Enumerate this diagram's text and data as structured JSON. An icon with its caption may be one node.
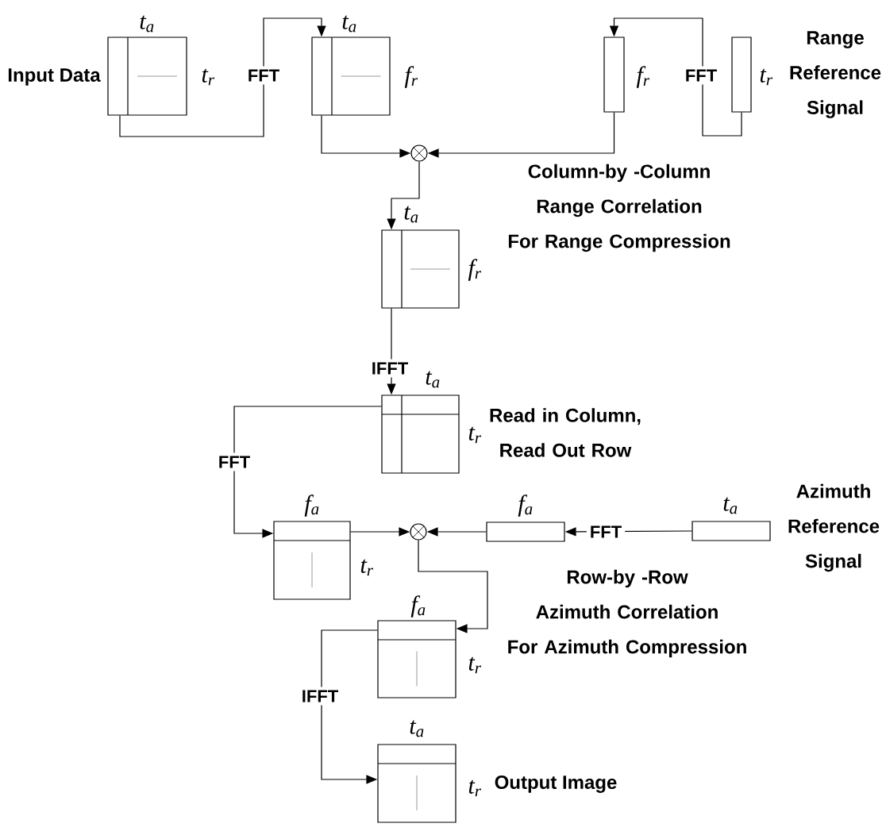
{
  "diagram": {
    "nodes": [
      {
        "text": [],
        "shape": "box",
        "beside": [
          "t$_{a}$",
          "t$_{r}$"
        ]
      },
      {
        "text": [],
        "shape": "box",
        "beside": [
          "t$_{a}$",
          "f$_{r}$"
        ]
      },
      {
        "text": [],
        "shape": "bar",
        "beside": [
          "f$_{r}$"
        ]
      },
      {
        "text": [],
        "shape": "bar",
        "beside": [
          "t$_{r}$"
        ]
      },
      {
        "text": [],
        "shape": "circle"
      },
      {
        "text": [],
        "shape": "box",
        "beside": [
          "t$_{a}$",
          "f$_{r}$"
        ]
      },
      {
        "text": [],
        "shape": "box",
        "beside": [
          "t$_{a}$",
          "t$_{r}$"
        ]
      },
      {
        "text": [],
        "shape": "box",
        "beside": [
          "f$_{a}$",
          "t$_{r}$"
        ]
      },
      {
        "text": [],
        "shape": "circle"
      },
      {
        "text": [],
        "shape": "bar",
        "beside": [
          "f$_{a}$"
        ]
      },
      {
        "text": [],
        "shape": "bar",
        "beside": [
          "t$_{a}$"
        ]
      },
      {
        "text": [],
        "shape": "box",
        "beside": [
          "f$_{a}$",
          "t$_{r}$"
        ]
      },
      {
        "text": [],
        "shape": "box",
        "beside": [
          "t$_{a}$",
          "t$_{r}$"
        ]
      }
    ],
    "edges": [
      {
        "from": 0,
        "to": 1,
        "arrow": "to",
        "label": "FFT"
      },
      {
        "from": 3,
        "to": 2,
        "arrow": "to",
        "label": "FFT"
      },
      {
        "from": 1,
        "to": 4,
        "arrow": "to"
      },
      {
        "from": 2,
        "to": 4,
        "arrow": "to"
      },
      {
        "from": 4,
        "to": 5,
        "arrow": "to"
      },
      {
        "from": 5,
        "to": 6,
        "arrow": "to",
        "label": "IFFT"
      },
      {
        "from": 6,
        "to": 7,
        "arrow": "to",
        "label": "FFT"
      },
      {
        "from": 7,
        "to": 8,
        "arrow": "to"
      },
      {
        "from": 9,
        "to": 8,
        "arrow": "to"
      },
      {
        "from": 10,
        "to": 9,
        "arrow": "to",
        "label": "FFT"
      },
      {
        "from": 8,
        "to": 11,
        "arrow": "to"
      },
      {
        "from": 11,
        "to": 12,
        "arrow": "to",
        "label": "IFFT"
      }
    ],
    "labels": [
      "Input Data",
      "Range Reference Signal",
      "Column-by -Column Range Correlation For Range Compression",
      "Read in Column, Read Out Row",
      "Azimuth Reference Signal",
      "Row-by -Row Azimuth Correlation For Azimuth Compression",
      "Output Image"
    ]
  }
}
